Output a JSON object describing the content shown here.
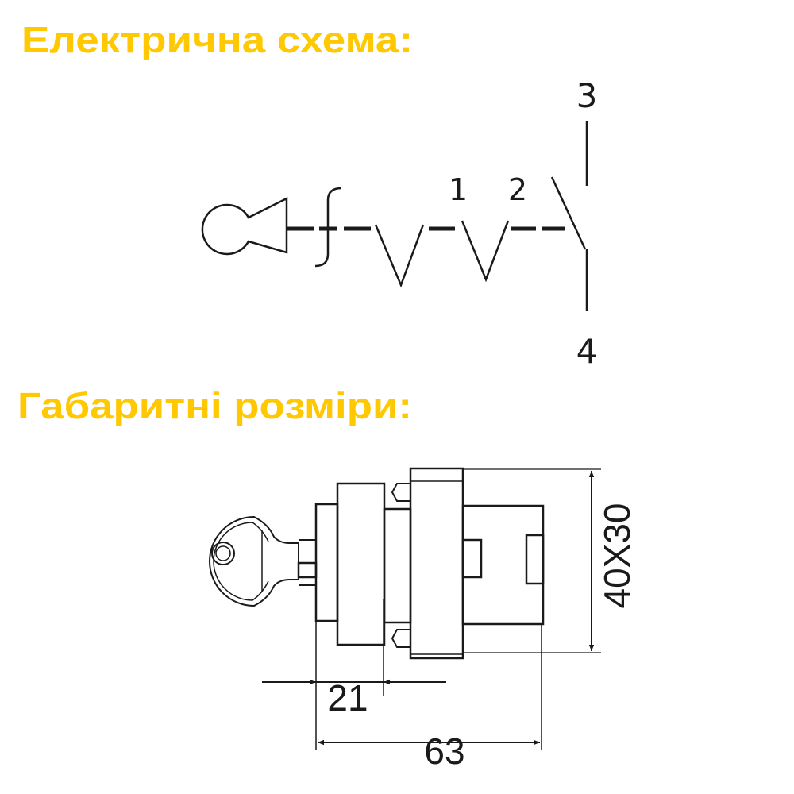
{
  "colors": {
    "title": "#FFC800",
    "line": "#1a1a1a"
  },
  "sections": {
    "schematic": {
      "title": "Електрична схема:",
      "terminals": {
        "top": "3",
        "bottom": "4",
        "position1": "1",
        "position2": "2"
      }
    },
    "dimensions": {
      "title": "Габаритні розміри:",
      "height_label": "40X30",
      "front_label": "21",
      "length_label": "63"
    }
  }
}
